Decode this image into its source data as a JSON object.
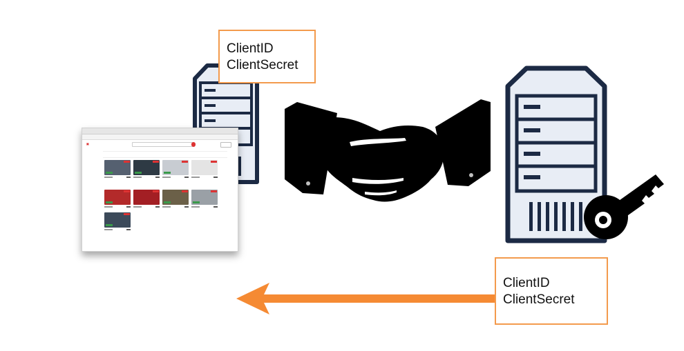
{
  "colors": {
    "accent": "#f39a4c",
    "arrow": "#f58a33",
    "server_outline": "#1c2a44",
    "server_fill": "#e8edf5",
    "silhouette": "#000000"
  },
  "top_credentials": {
    "line1": "ClientID",
    "line2": "ClientSecret"
  },
  "bottom_credentials": {
    "line1": "ClientID",
    "line2": "ClientSecret"
  },
  "icons": {
    "client_app": "website-screenshot",
    "client_server": "server-icon",
    "auth_server": "server-icon",
    "handshake": "handshake-icon",
    "key": "key-icon",
    "arrow": "arrow-left-icon"
  }
}
